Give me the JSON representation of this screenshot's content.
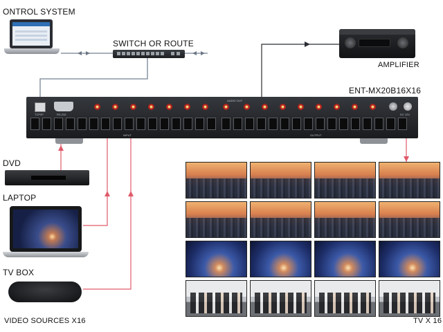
{
  "labels": {
    "control_system": "ONTROL SYSTEM",
    "switch_or_router": "SWITCH OR ROUTE",
    "amplifier": "AMPLIFIER",
    "model": "ENT-MX20B16X16",
    "dvd": "DVD",
    "laptop": "LAPTOP",
    "tv_box": "TV BOX",
    "video_sources": "VIDEO SOURCES X16",
    "tv_count": "TV X 16"
  },
  "panel_labels": {
    "audio_out": "AUDIO OUT",
    "input": "INPUT",
    "output": "OUTPUT",
    "dc": "DC 12V",
    "rs232": "RS-232",
    "tcp": "TCP/IP"
  },
  "tv_wall": {
    "rows": [
      [
        "city",
        "city",
        "city",
        "city"
      ],
      [
        "city",
        "city",
        "city",
        "city"
      ],
      [
        "space",
        "space",
        "space",
        "space"
      ],
      [
        "office",
        "office",
        "office",
        "office"
      ]
    ]
  },
  "colors": {
    "link_line": "#8a96a3",
    "signal_line": "#e05a6a",
    "amp_line": "#2a2d33"
  },
  "icons": {
    "link_arrows": "double-arrow-icon"
  }
}
